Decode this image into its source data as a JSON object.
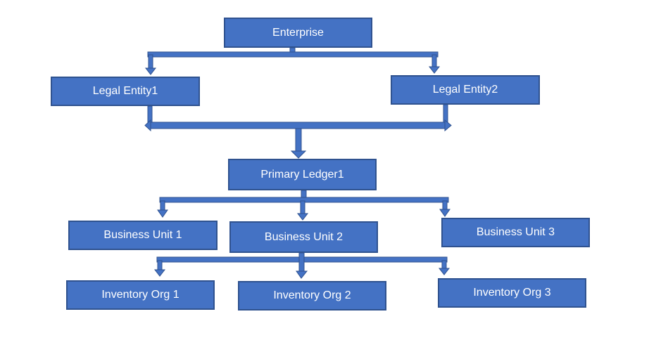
{
  "nodes": {
    "enterprise": "Enterprise",
    "legal_entity_1": "Legal Entity1",
    "legal_entity_2": "Legal Entity2",
    "primary_ledger_1": "Primary Ledger1",
    "business_unit_1": "Business Unit 1",
    "business_unit_2": "Business Unit 2",
    "business_unit_3": "Business Unit 3",
    "inventory_org_1": "Inventory Org 1",
    "inventory_org_2": "Inventory Org 2",
    "inventory_org_3": "Inventory Org 3"
  },
  "edges": [
    [
      "Enterprise",
      "Legal Entity1"
    ],
    [
      "Enterprise",
      "Legal Entity2"
    ],
    [
      "Legal Entity1",
      "Primary Ledger1"
    ],
    [
      "Legal Entity2",
      "Primary Ledger1"
    ],
    [
      "Primary Ledger1",
      "Business Unit 1"
    ],
    [
      "Primary Ledger1",
      "Business Unit 2"
    ],
    [
      "Primary Ledger1",
      "Business Unit 3"
    ],
    [
      "Business Unit 2",
      "Inventory Org 1"
    ],
    [
      "Business Unit 2",
      "Inventory Org 2"
    ],
    [
      "Business Unit 2",
      "Inventory Org 3"
    ]
  ],
  "colors": {
    "node_fill": "#4472c4",
    "node_border": "#2f528f",
    "connector": "#4472c4",
    "connector_outline": "#2f528f",
    "text": "#ffffff"
  }
}
